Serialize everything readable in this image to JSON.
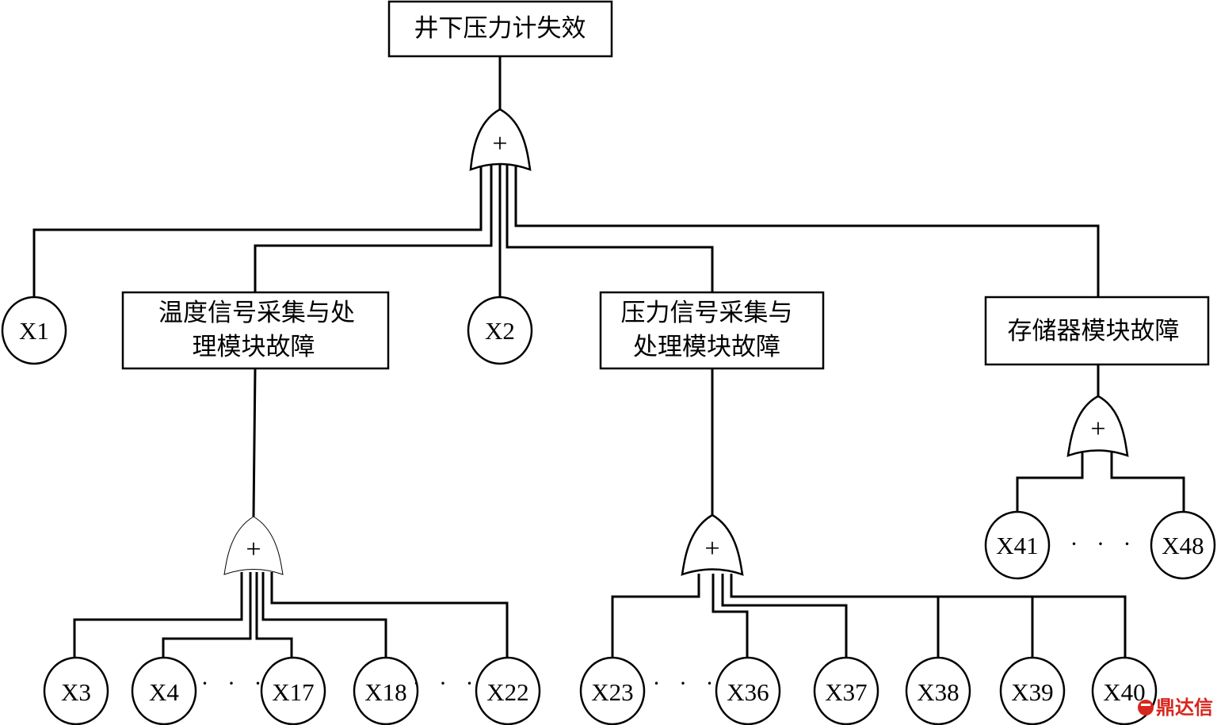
{
  "diagram": {
    "type": "fault-tree",
    "top_event": "井下压力计失效",
    "gate_symbol": "+",
    "gate_type": "OR",
    "intermediate_events": {
      "temperature": {
        "line1": "温度信号采集与处",
        "line2": "理模块故障"
      },
      "pressure": {
        "line1": "压力信号采集与",
        "line2": "处理模块故障"
      },
      "storage": {
        "label": "存储器模块故障"
      }
    },
    "basic_events": {
      "x1": "X1",
      "x2": "X2",
      "x3": "X3",
      "x4": "X4",
      "x17": "X17",
      "x18": "X18",
      "x22": "X22",
      "x23": "X23",
      "x36": "X36",
      "x37": "X37",
      "x38": "X38",
      "x39": "X39",
      "x40": "X40",
      "x41": "X41",
      "x48": "X48"
    },
    "ellipsis": "· · ·",
    "watermark": "鼎达信"
  }
}
